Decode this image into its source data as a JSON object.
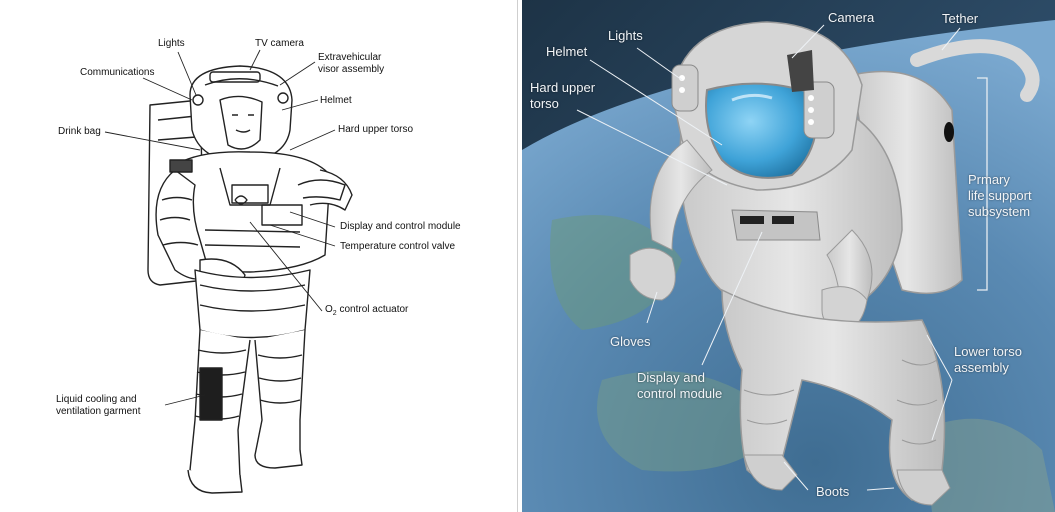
{
  "left_diagram": {
    "labels": {
      "lights": "Lights",
      "tv_camera": "TV camera",
      "visor": "Extravehicular\nvisor assembly",
      "communications": "Communications",
      "helmet": "Helmet",
      "drink_bag": "Drink bag",
      "hard_upper_torso": "Hard upper torso",
      "display_control": "Display and control module",
      "temp_valve": "Temperature control valve",
      "o2_prefix": "O",
      "o2_sub": "2",
      "o2_suffix": " control actuator",
      "lcvg": "Liquid cooling and\nventilation garment"
    }
  },
  "right_diagram": {
    "labels": {
      "camera": "Camera",
      "tether": "Tether",
      "lights": "Lights",
      "helmet": "Helmet",
      "hard_upper_torso": "Hard upper\ntorso",
      "plss": "Prmary\nlife support\nsubsystem",
      "gloves": "Gloves",
      "display_control": "Display and\ncontrol module",
      "lower_torso": "Lower torso\nassembly",
      "boots": "Boots"
    }
  },
  "colors": {
    "space": "#2c4a63",
    "earth_blue": "#4f7fa8",
    "suit_light": "#dcdcdc",
    "visor": "#3fa3d8"
  }
}
